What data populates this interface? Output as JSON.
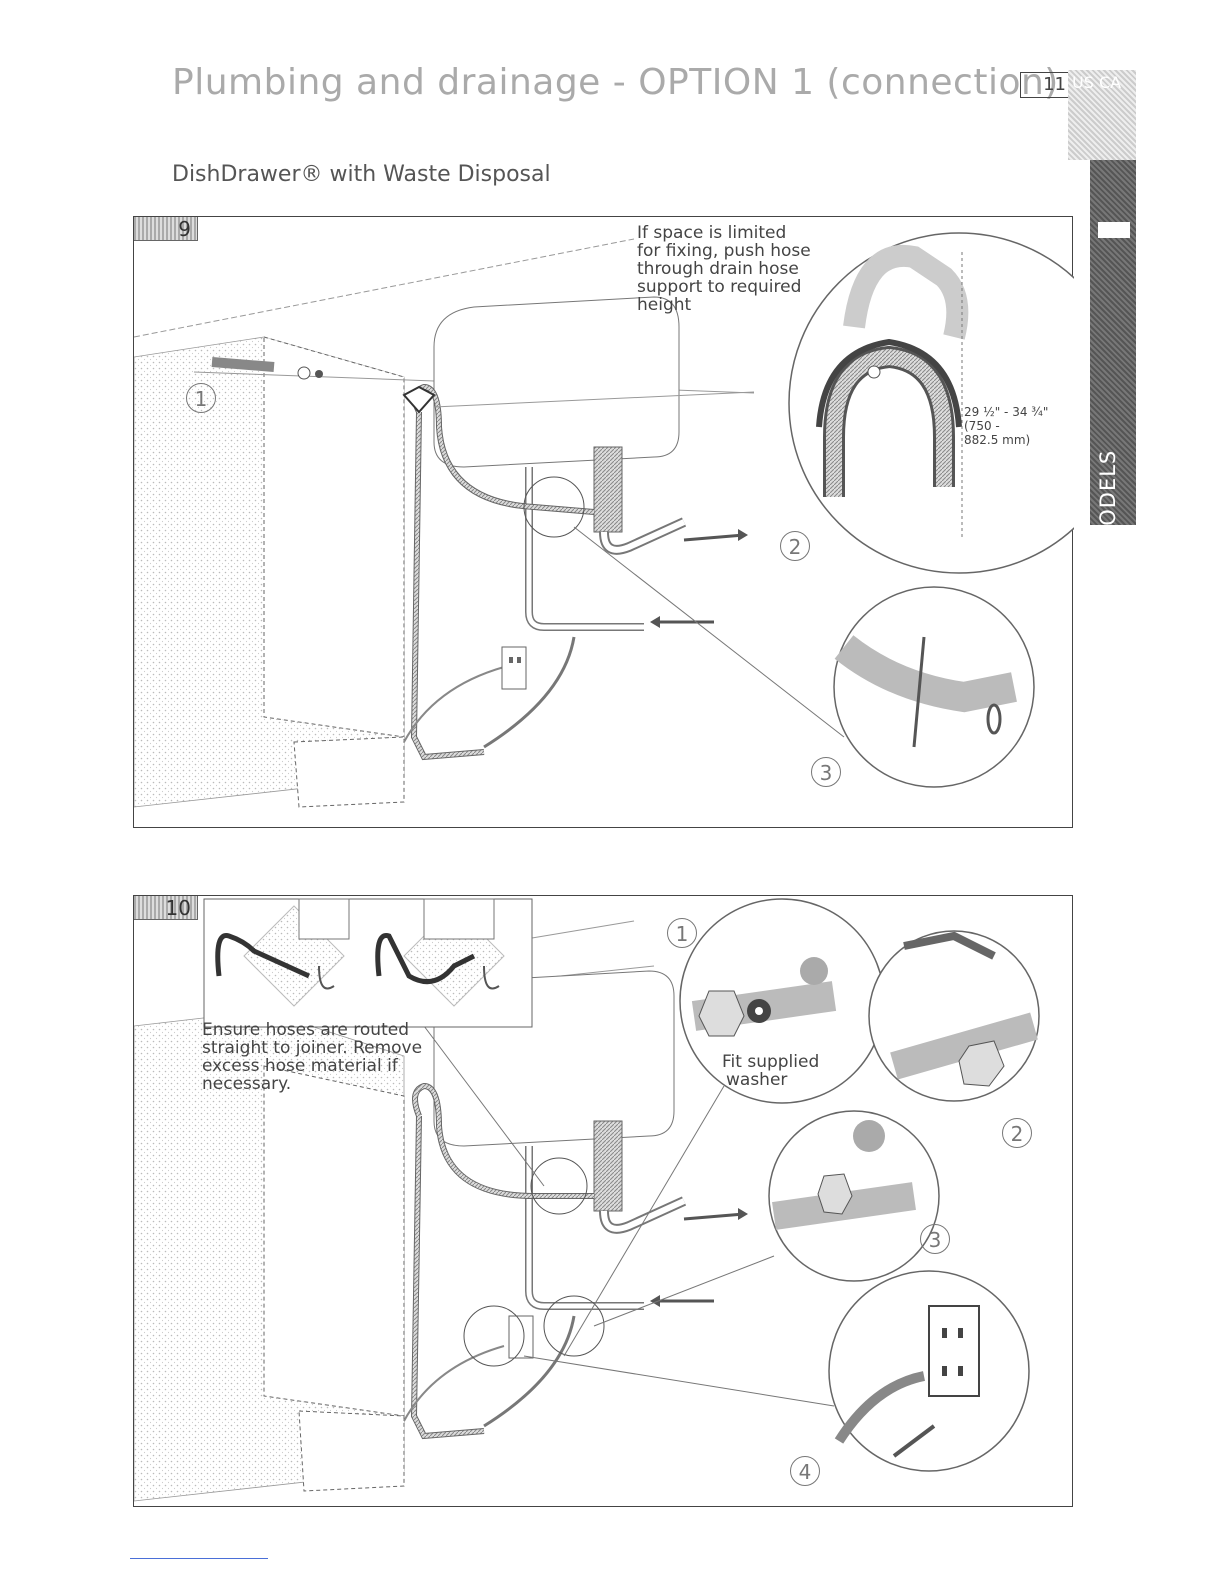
{
  "header": {
    "title": "Plumbing and drainage - OPTION 1 (connection)",
    "subtitle": "DishDrawer® with Waste Disposal",
    "page_number": "11",
    "region": "US CA"
  },
  "side_tab": {
    "label": "DOUBLE MODELS"
  },
  "step9": {
    "number": "9",
    "note_lines": [
      "If space is limited",
      "for fixing, push hose",
      "through drain hose",
      "support to required",
      "height"
    ],
    "dimension_lines": [
      "29 ½\" - 34 ¾\"",
      "(750 -",
      "882.5 mm)"
    ],
    "callouts": [
      "1",
      "2",
      "3"
    ]
  },
  "step10": {
    "number": "10",
    "note_lines": [
      "Ensure hoses are routed",
      "straight to joiner. Remove",
      "excess hose material if",
      "necessary."
    ],
    "washer_lines": [
      "Fit supplied",
      "washer"
    ],
    "callouts": [
      "1",
      "2",
      "3",
      "4"
    ]
  }
}
